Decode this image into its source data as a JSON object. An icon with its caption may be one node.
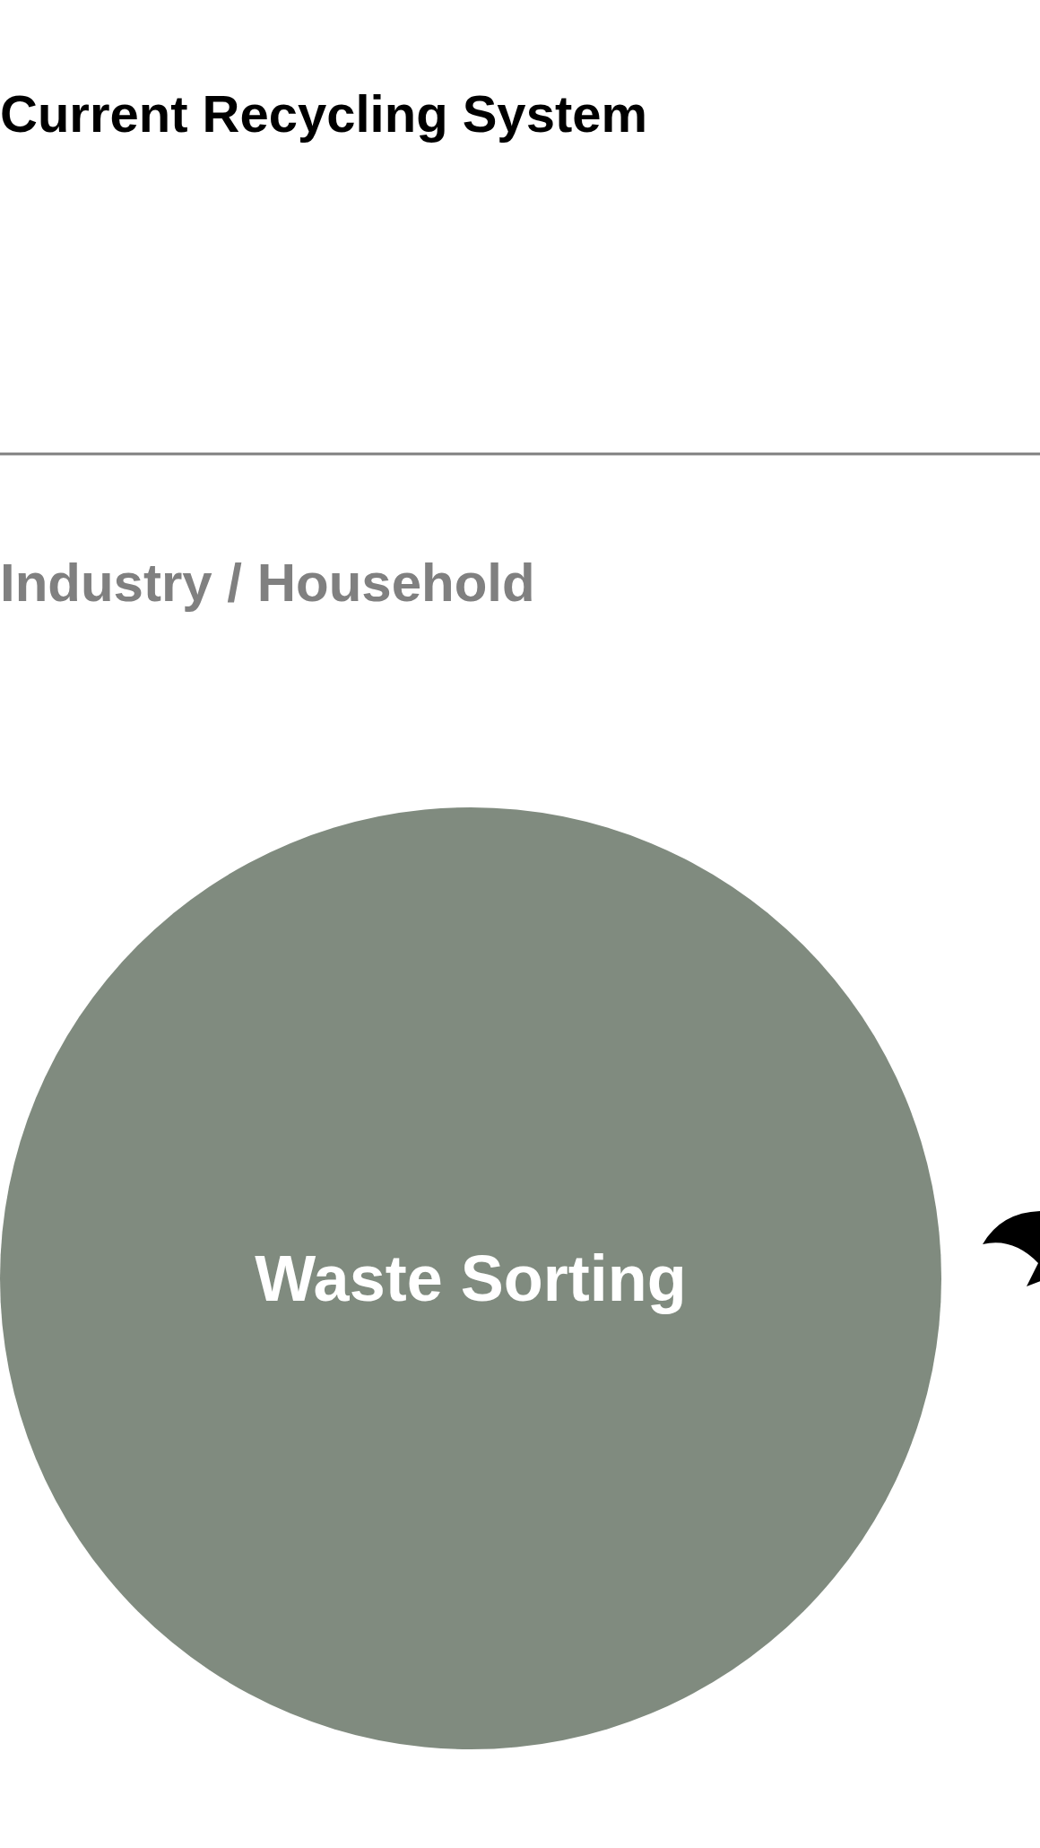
{
  "diagram": {
    "title": "Current Recycling System",
    "nodes": [
      {
        "text": [
          "Waste Sorting"
        ]
      }
    ],
    "labels": [
      "Industry / Household"
    ]
  }
}
